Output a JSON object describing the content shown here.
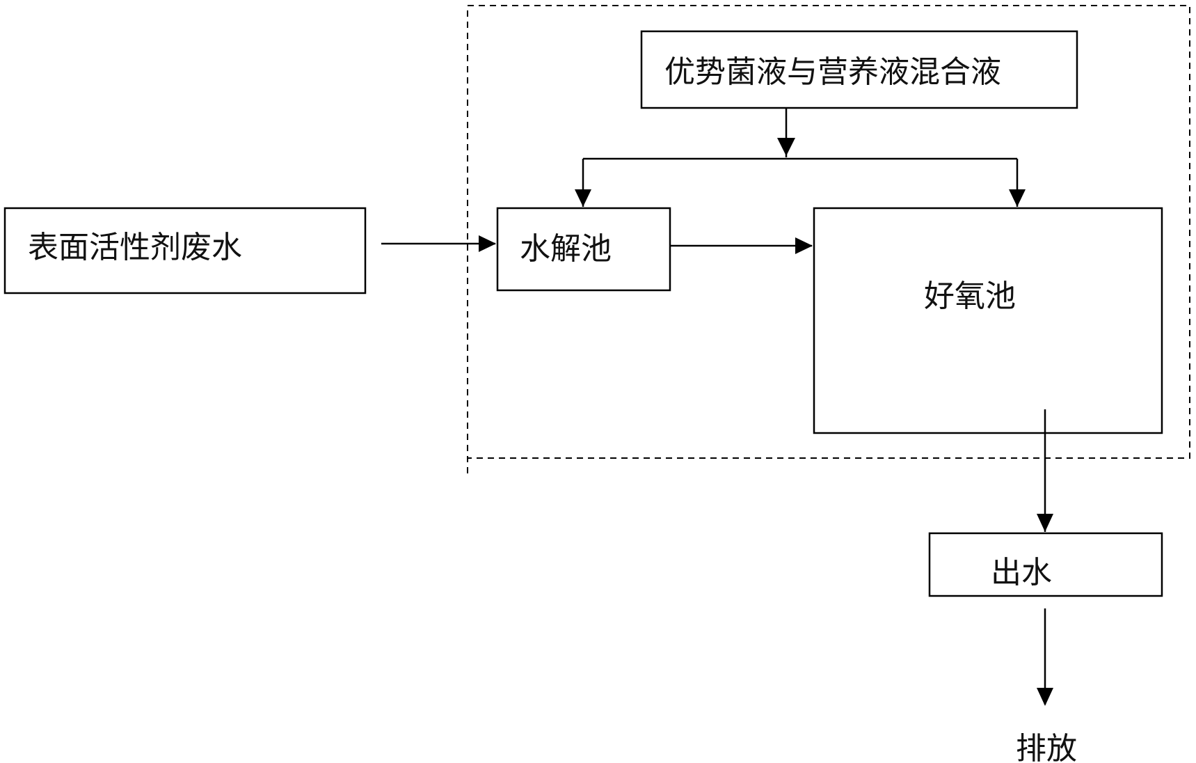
{
  "nodes": {
    "mixed_liquid": "优势菌液与营养液混合液",
    "wastewater": "表面活性剂废水",
    "hydrolysis_tank": "水解池",
    "aerobic_tank": "好氧池",
    "effluent": "出水",
    "discharge": "排放"
  },
  "colors": {
    "line": "#000000",
    "background": "#ffffff",
    "text": "#111111"
  }
}
